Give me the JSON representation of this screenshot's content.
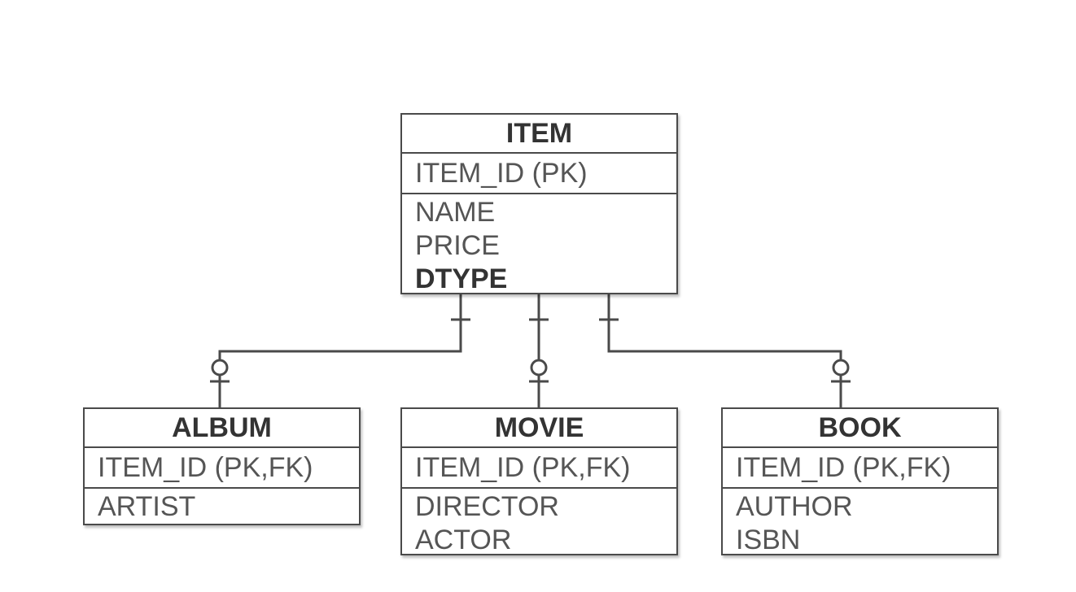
{
  "entities": {
    "item": {
      "title": "ITEM",
      "pk": "ITEM_ID (PK)",
      "attrs": [
        "NAME",
        "PRICE",
        "DTYPE"
      ]
    },
    "album": {
      "title": "ALBUM",
      "pk": "ITEM_ID (PK,FK)",
      "attrs": [
        "ARTIST"
      ]
    },
    "movie": {
      "title": "MOVIE",
      "pk": "ITEM_ID (PK,FK)",
      "attrs": [
        "DIRECTOR",
        "ACTOR"
      ]
    },
    "book": {
      "title": "BOOK",
      "pk": "ITEM_ID (PK,FK)",
      "attrs": [
        "AUTHOR",
        "ISBN"
      ]
    }
  },
  "relationships": [
    {
      "from": "item",
      "to": "album",
      "from_cardinality": "exactly-one",
      "to_cardinality": "zero-or-one"
    },
    {
      "from": "item",
      "to": "movie",
      "from_cardinality": "exactly-one",
      "to_cardinality": "zero-or-one"
    },
    {
      "from": "item",
      "to": "book",
      "from_cardinality": "exactly-one",
      "to_cardinality": "zero-or-one"
    }
  ],
  "colors": {
    "line": "#4a4a4a",
    "text": "#555555",
    "title": "#333333"
  }
}
